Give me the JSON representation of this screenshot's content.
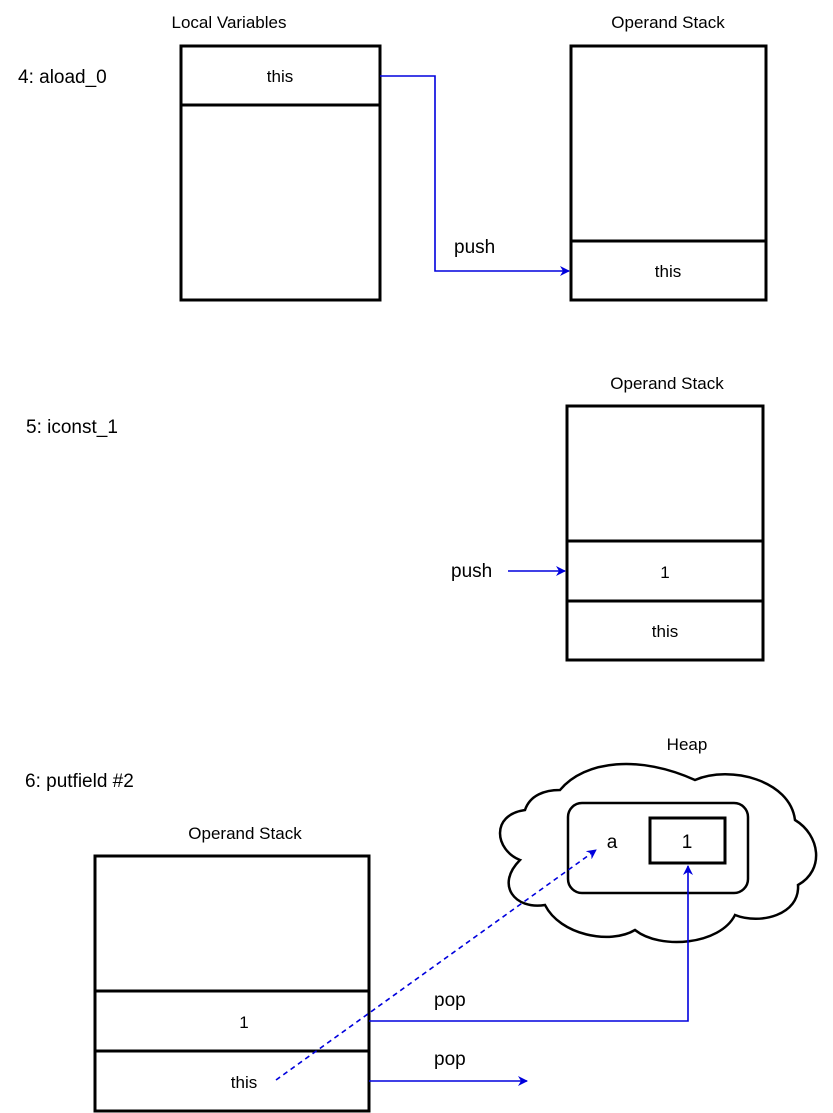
{
  "colors": {
    "arrow": "#0000dd",
    "stroke": "#000000",
    "background": "#ffffff"
  },
  "steps": [
    {
      "instruction": "4: aload_0",
      "local_variables": {
        "title": "Local Variables",
        "cells": [
          "this"
        ]
      },
      "operand_stack": {
        "title": "Operand Stack",
        "cells": [
          "this"
        ]
      },
      "arrows": [
        {
          "label": "push",
          "from": "local_variables.this",
          "to": "operand_stack.this",
          "style": "solid"
        }
      ]
    },
    {
      "instruction": "5: iconst_1",
      "operand_stack": {
        "title": "Operand Stack",
        "cells": [
          "1",
          "this"
        ]
      },
      "arrows": [
        {
          "label": "push",
          "to": "operand_stack.1",
          "style": "solid"
        }
      ]
    },
    {
      "instruction": "6: putfield #2",
      "operand_stack": {
        "title": "Operand Stack",
        "cells": [
          "1",
          "this"
        ]
      },
      "heap": {
        "title": "Heap",
        "object": {
          "field_name": "a",
          "field_value": "1"
        }
      },
      "arrows": [
        {
          "label": "pop",
          "from": "operand_stack.1",
          "to": "heap.field_value",
          "style": "solid"
        },
        {
          "label": "pop",
          "from": "operand_stack.this",
          "style": "solid"
        },
        {
          "label": "",
          "from": "operand_stack.this",
          "to": "heap.field_name",
          "style": "dashed"
        }
      ]
    }
  ]
}
